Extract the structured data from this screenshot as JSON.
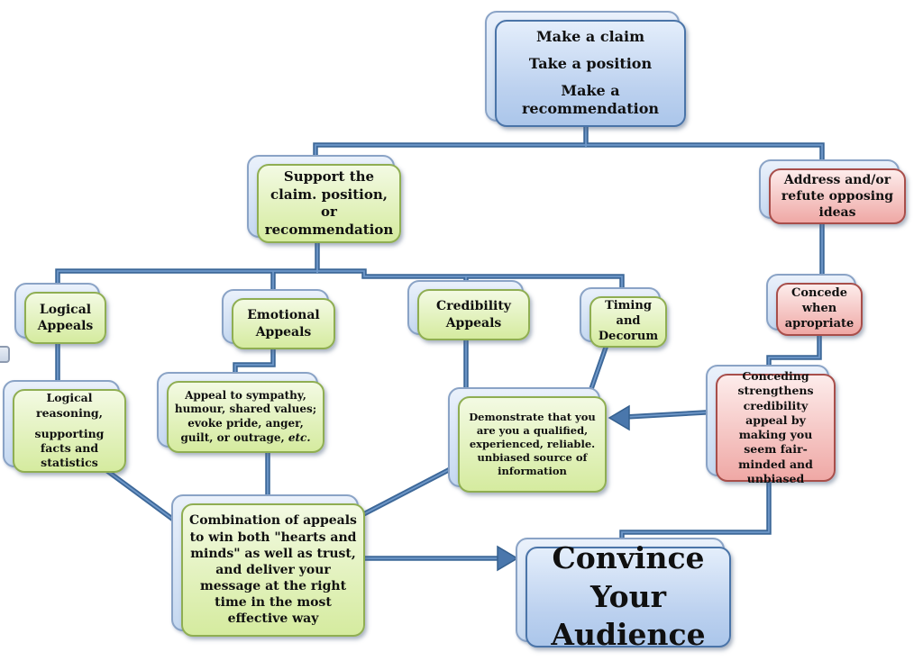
{
  "title": "Persuasion flowchart",
  "palette": {
    "blue_fill": "#bcd1ef",
    "blue_border": "#4a74a8",
    "green_fill": "#d5eb9f",
    "green_border": "#8fae52",
    "pink_fill": "#efa8a5",
    "pink_border": "#a84e4a",
    "back_box_fill": "#c5d8f0",
    "connector": "#3d6899"
  },
  "nodes": {
    "make_claim": {
      "lines": [
        "Make a claim",
        "Take a position",
        "Make a recommendation"
      ]
    },
    "support": {
      "text": "Support the claim. position, or recommendation"
    },
    "address": {
      "text": "Address and/or refute opposing ideas"
    },
    "logical": {
      "text": "Logical Appeals"
    },
    "emotional": {
      "text": "Emotional Appeals"
    },
    "credibility": {
      "text": "Credibility Appeals"
    },
    "timing": {
      "text": "Timing and Decorum"
    },
    "concede": {
      "text": "Concede when apropriate"
    },
    "logical_detail": {
      "lines": [
        "Logical reasoning,",
        "supporting facts and statistics"
      ]
    },
    "emotional_detail": {
      "text_main": "Appeal to sympathy, humour, shared values; evoke pride, anger, guilt, or outrage, ",
      "text_etc": "etc."
    },
    "credibility_detail": {
      "text": "Demonstrate that you are you a qualified, experienced, reliable. unbiased source of information"
    },
    "conceding_detail": {
      "text": "Conceding strengthens credibility appeal by making you seem fair-minded and unbiased"
    },
    "combination": {
      "text": "Combination of appeals to win both \"hearts and minds\" as well as trust, and deliver your message at the right time in the most effective way"
    },
    "convince": {
      "lines": [
        "Convince",
        "Your",
        "Audience"
      ]
    }
  }
}
